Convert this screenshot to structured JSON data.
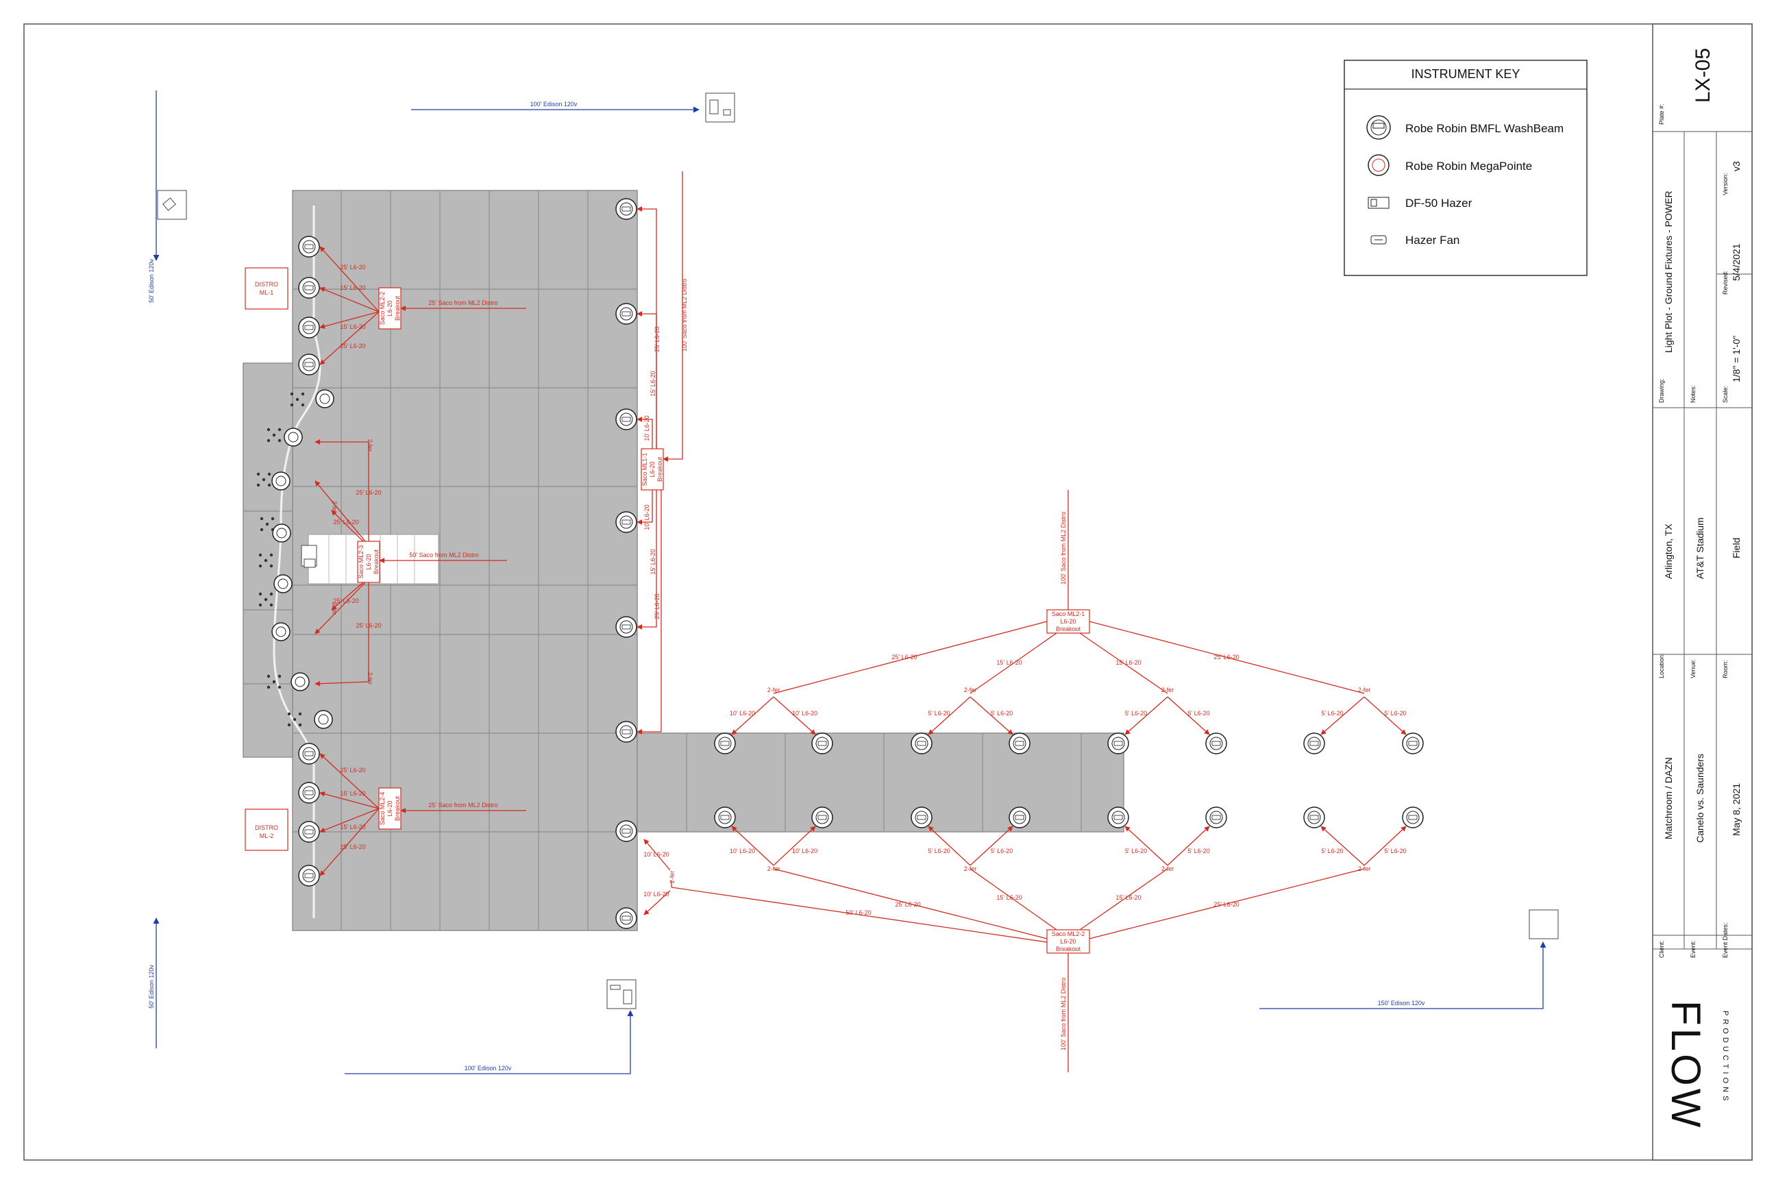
{
  "colors": {
    "power": "#d22b1f",
    "edison": "#1f3fa8",
    "deck": "#b9b9b9",
    "deck_line": "#8e8e8e",
    "ink": "#111111"
  },
  "instrument_key": {
    "title": "INSTRUMENT KEY",
    "items": [
      {
        "label": "Robe Robin BMFL WashBeam",
        "icon": "washbeam-icon"
      },
      {
        "label": "Robe Robin MegaPointe",
        "icon": "megapointe-icon"
      },
      {
        "label": "DF-50 Hazer",
        "icon": "hazer-icon"
      },
      {
        "label": "Hazer Fan",
        "icon": "hazer-fan-icon"
      }
    ]
  },
  "title_block": {
    "plate_label": "Plate #:",
    "plate": "LX-05",
    "drawing_label": "Drawing:",
    "drawing": "Light Plot - Ground Fixtures - POWER",
    "notes_label": "Notes:",
    "version_label": "Version:",
    "version": "v3",
    "revised_label": "Revised:",
    "revised": "5/4/2021",
    "scale_label": "Scale:",
    "scale": "1/8\" = 1'-0\"",
    "location_label": "Location:",
    "location": "Arlington, TX",
    "venue_label": "Venue:",
    "venue": "AT&T Stadium",
    "room_label": "Room:",
    "room": "Field",
    "client_label": "Client:",
    "client": "Matchroom / DAZN",
    "event_label": "Event:",
    "event": "Canelo vs. Saunders",
    "event_dates_label": "Event Dates:",
    "event_dates": "May 8, 2021",
    "logo_text": "FLOW",
    "logo_sub": "PRODUCTIONS"
  },
  "distros": [
    {
      "name": "DISTRO\nML-1"
    },
    {
      "name": "DISTRO\nML-2"
    }
  ],
  "breakout_boxes": {
    "ml2_2_left": "Saco ML2-2\nL6-20\nBreakout",
    "ml1_1": "Saco ML1-1\nL6-20\nBreakout",
    "ml2_3": "Saco ML2-3\nL6-20\nBreakout",
    "ml2_4": "Saco ML2-4\nL6-20\nBreakout",
    "ml2_1_field": "Saco ML2-1\nL6-20\nBreakout",
    "ml2_2_field": "Saco ML2-2\nL6-20\nBreakout"
  },
  "cable_labels": {
    "edison_100_top": "100' Edison 120v",
    "edison_50_left_top": "50' Edison 120v",
    "edison_50_left_bottom": "50' Edison 120v",
    "edison_100_bottom": "100' Edison 120v",
    "edison_150_right": "150' Edison 120v",
    "saco_25_ml2_top": "25' Saco from ML2 Distro",
    "saco_50_ml2_mid": "50' Saco from ML2 Distro",
    "saco_25_ml2_bottom": "25' Saco from ML2 Distro",
    "saco_100_ml2_right": "100' Saco from ML2 Distro",
    "saco_100_ml2_field_top": "100' Saco from ML2 Distro",
    "saco_100_ml2_field_bottom": "100' Saco from ML2 Distro",
    "l620_25": "25' L6-20",
    "l620_15": "15' L6-20",
    "l620_10": "10' L6-20",
    "l620_5": "5' L6-20",
    "l620_50": "50' L6-20",
    "twofer": "2-fer"
  }
}
